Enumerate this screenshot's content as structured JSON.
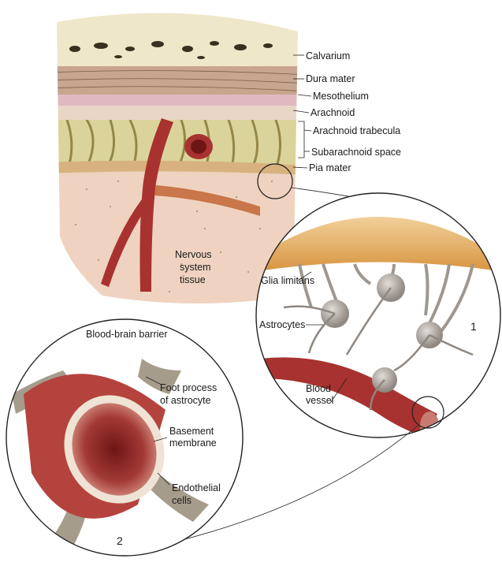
{
  "labels": {
    "calvarium": "Calvarium",
    "dura_mater": "Dura mater",
    "mesothelium": "Mesothelium",
    "arachnoid": "Arachnoid",
    "arachnoid_trabecula": "Arachnoid trabecula",
    "subarachnoid_space": "Subarachnoid space",
    "pia_mater": "Pia mater",
    "nervous_line1": "Nervous",
    "nervous_line2": "system",
    "nervous_line3": "tissue",
    "glia_limitans": "Glia limitans",
    "astrocytes": "Astrocytes",
    "blood_line1": "Blood",
    "blood_line2": "vessel",
    "bbb_title": "Blood-brain barrier",
    "foot_line1": "Foot process",
    "foot_line2": "of astrocyte",
    "basement_line1": "Basement",
    "basement_line2": "membrane",
    "endothelial_line1": "Endothelial",
    "endothelial_line2": "cells",
    "panel_1": "1",
    "panel_2": "2"
  },
  "colors": {
    "bone": "#efe7c9",
    "bone_pore": "#3a3020",
    "dura": "#c7a58e",
    "arachnoid": "#e9d6c6",
    "trabecula_bg": "#dad49a",
    "trabecula": "#8c7e3d",
    "pia": "#d8b27e",
    "tissue": "#efd3c0",
    "vessel": "#a8322f",
    "vessel_dark": "#7a1f1f",
    "astrocyte": "#b9b2ad",
    "pia_cap": "#e4aa5a"
  }
}
